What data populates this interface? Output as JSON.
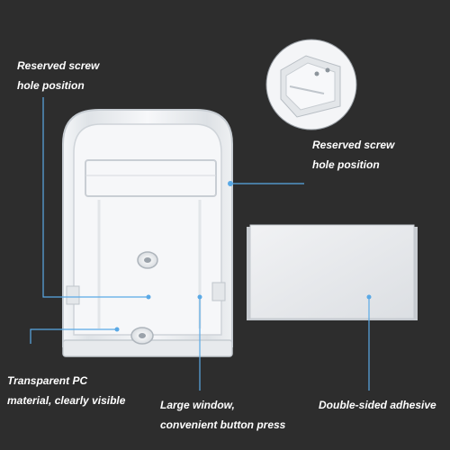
{
  "labels": {
    "screw_left": [
      "Reserved screw",
      "hole position"
    ],
    "screw_right": [
      "Reserved screw",
      "hole position"
    ],
    "material": [
      "Transparent PC",
      "material, clearly visible"
    ],
    "window": [
      "Large window,",
      "convenient button press"
    ],
    "adhesive": "Double-sided adhesive"
  },
  "colors": {
    "background": "#2d2d2d",
    "callout_line": "#5aa9e6",
    "label_text": "#ffffff",
    "adhesive_pad": "#e9ebee"
  }
}
